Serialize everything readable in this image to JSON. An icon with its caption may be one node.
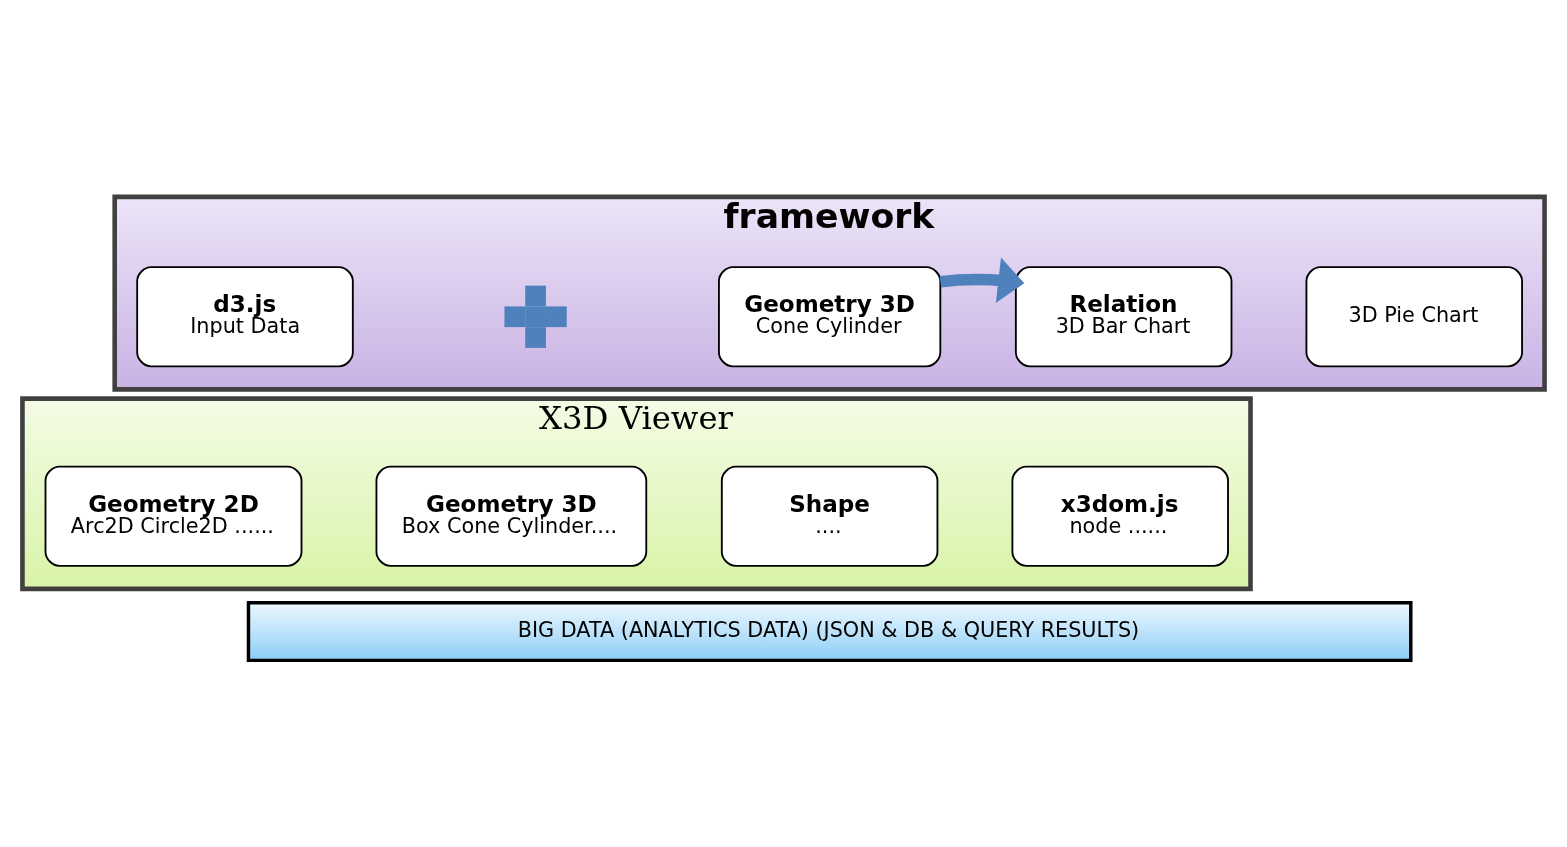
{
  "diagram": {
    "nodes": [
      {
        "text": [
          "framework"
        ]
      },
      {
        "text": [
          "d3.js",
          "Input Data"
        ],
        "in": 0
      },
      {
        "text": [],
        "shape": "plus",
        "in": 0
      },
      {
        "text": [
          "Geometry 3D",
          "Cone Cylinder"
        ],
        "in": 0
      },
      {
        "text": [
          "Relation",
          "3D Bar Chart"
        ],
        "in": 0
      },
      {
        "text": [
          "3D Pie Chart"
        ],
        "in": 0
      },
      {
        "text": [
          "X3D Viewer"
        ]
      },
      {
        "text": [
          "Geometry 2D",
          "Arc2D Circle2D ......"
        ],
        "in": 6
      },
      {
        "text": [
          "Geometry 3D",
          "Box Cone Cylinder...."
        ],
        "in": 6
      },
      {
        "text": [
          "Shape",
          "...."
        ],
        "in": 6
      },
      {
        "text": [
          "x3dom.js",
          "node ......"
        ],
        "in": 6
      },
      {
        "text": [
          "BIG DATA (ANALYTICS DATA) (JSON & DB & QUERY RESULTS)"
        ]
      }
    ],
    "edges": [
      {
        "from": 3,
        "to": 4,
        "arrow": "to",
        "color": "#4f81bd"
      }
    ]
  }
}
